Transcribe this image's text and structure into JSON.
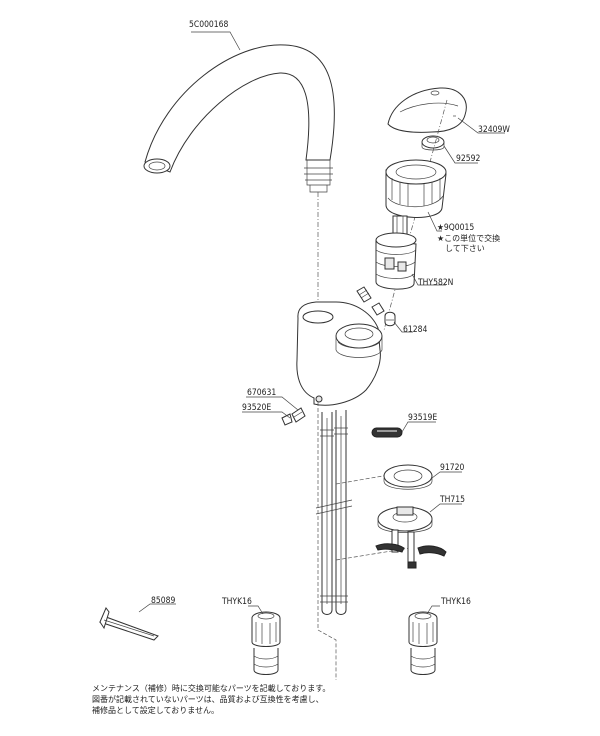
{
  "parts": {
    "spout": "5C000168",
    "handle": "32409W",
    "ring_92592": "92592",
    "cover_90015": "★9Q0015",
    "cartridge": "THY582N",
    "part_61284": "61284",
    "part_670631": "670631",
    "part_93520": "93520E",
    "part_93519": "93519E",
    "gasket_91720": "91720",
    "mount_th715": "TH715",
    "hex_key": "85089",
    "valve_left": "THYK16",
    "valve_right": "THYK16"
  },
  "notes": {
    "unit_line1": "★この単位で交換",
    "unit_line2": "して下さい"
  },
  "footer": {
    "line1": "メンテナンス（補修）時に交換可能なパーツを記載しております。",
    "line2": "図番が記載されていないパーツは、品質および互換性を考慮し、",
    "line3": "補修品として設定しておりません。"
  }
}
